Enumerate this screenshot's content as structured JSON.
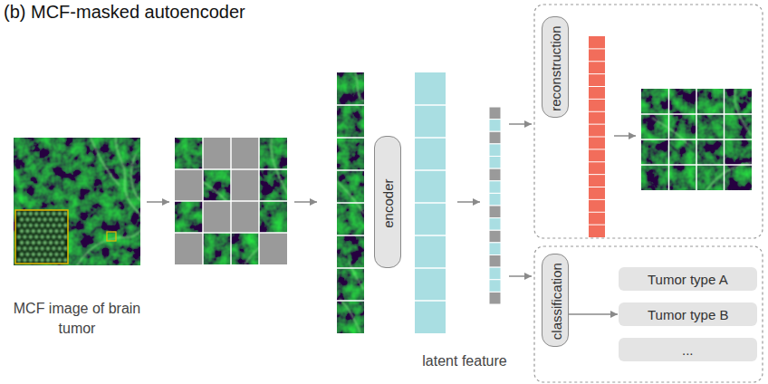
{
  "diagram": {
    "title": "(b) MCF-masked autoencoder",
    "nodes": [
      {
        "text": [
          "encoder"
        ]
      },
      {
        "text": [
          "reconstruction"
        ]
      },
      {
        "text": [
          "classification"
        ]
      },
      {
        "text": [
          "Tumor type A"
        ]
      },
      {
        "text": [
          "Tumor type B"
        ]
      },
      {
        "text": [
          "..."
        ]
      }
    ],
    "edges": [
      {
        "from": 2,
        "to": 4,
        "arrow": "to"
      }
    ],
    "labels": [
      "MCF image of brain tumor",
      "latent feature"
    ]
  }
}
